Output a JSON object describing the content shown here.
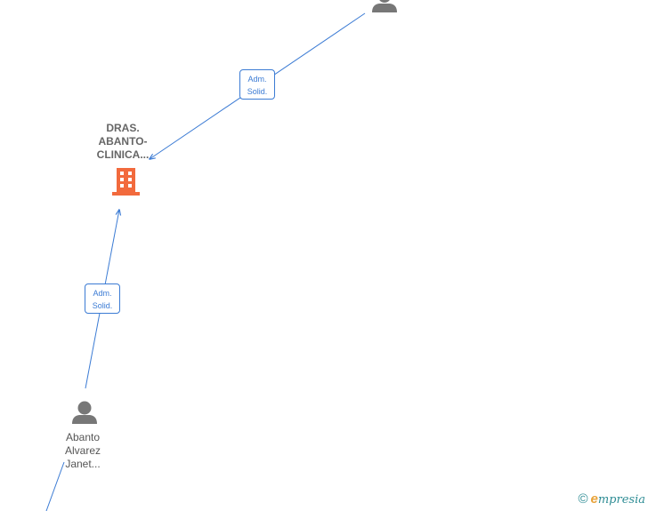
{
  "company": {
    "label_lines": [
      "DRAS.",
      "ABANTO-",
      "CLINICA..."
    ],
    "icon": "building-icon",
    "color": "#f26a3d"
  },
  "person_top": {
    "icon": "person-icon"
  },
  "person_bottom": {
    "label_lines": [
      "Abanto",
      "Alvarez",
      "Janet..."
    ],
    "icon": "person-icon"
  },
  "edges": [
    {
      "label_lines": [
        "Adm.",
        "Solid."
      ]
    },
    {
      "label_lines": [
        "Adm.",
        "Solid."
      ]
    }
  ],
  "brand": {
    "copyright": "©",
    "initial": "e",
    "name": "mpresia"
  },
  "colors": {
    "edge": "#3b7bd4",
    "person": "#777777"
  }
}
